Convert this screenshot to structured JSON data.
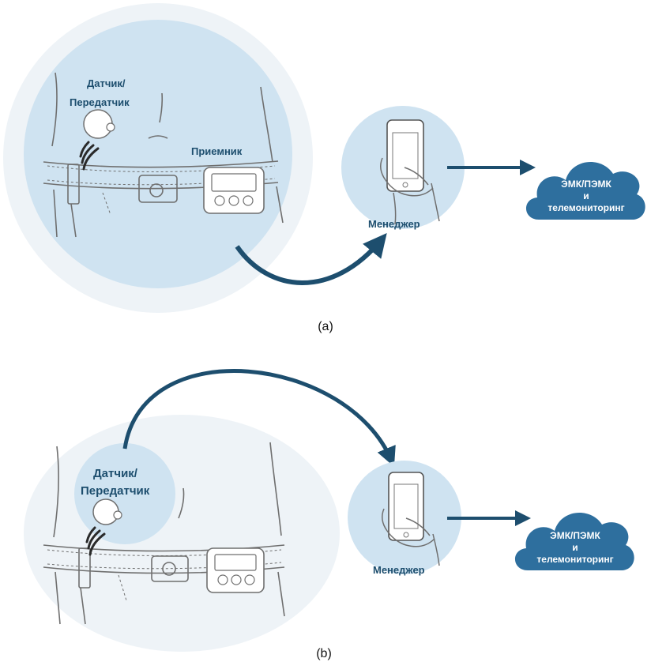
{
  "colors": {
    "circle_fill": "#cfe3f1",
    "halo_fill": "#eef3f7",
    "arrow": "#1d4e6e",
    "label": "#1d4e6e",
    "cloud": "#2e6f9e",
    "line_art": "#6f6f6f"
  },
  "panel_a": {
    "sensor_label_1": "Датчик/",
    "sensor_label_2": "Передатчик",
    "receiver_label": "Приемник",
    "manager_label": "Менеджер",
    "cloud_line_1": "ЭМК/ПЭМК",
    "cloud_line_2": "и",
    "cloud_line_3": "телемониторинг",
    "caption": "(a)"
  },
  "panel_b": {
    "sensor_label_1": "Датчик/",
    "sensor_label_2": "Передатчик",
    "manager_label": "Менеджер",
    "cloud_line_1": "ЭМК/ПЭМК",
    "cloud_line_2": "и",
    "cloud_line_3": "телемониторинг",
    "caption": "(b)"
  },
  "icons": [
    "sensor-icon",
    "receiver-icon",
    "smartphone-icon",
    "cloud-icon",
    "signal-waves-icon",
    "hand-icon"
  ]
}
